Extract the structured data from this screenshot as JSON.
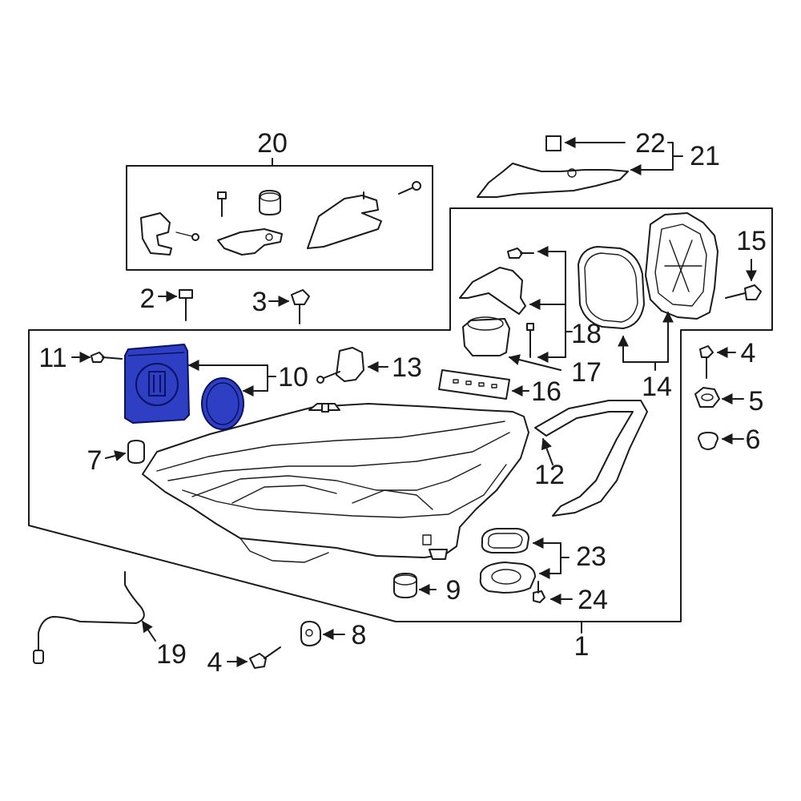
{
  "diagram": {
    "highlight_color": "#2f3fc4",
    "callouts": {
      "c1": "1",
      "c2": "2",
      "c3": "3",
      "c4a": "4",
      "c4b": "4",
      "c5": "5",
      "c6": "6",
      "c7": "7",
      "c8": "8",
      "c9": "9",
      "c10": "10",
      "c11": "11",
      "c12": "12",
      "c13": "13",
      "c14": "14",
      "c15": "15",
      "c16": "16",
      "c17": "17",
      "c18": "18",
      "c19": "19",
      "c20": "20",
      "c21": "21",
      "c22": "22",
      "c23": "23",
      "c24": "24"
    }
  }
}
